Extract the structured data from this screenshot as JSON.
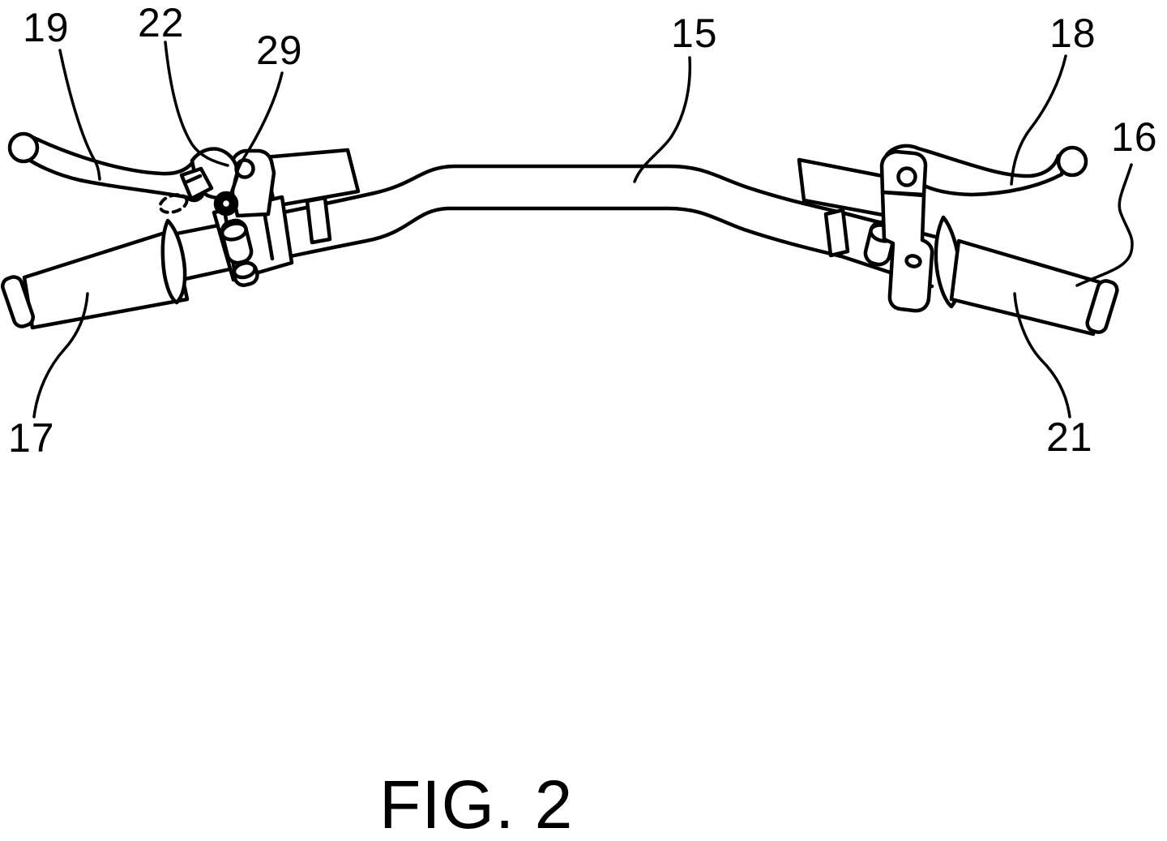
{
  "figure": {
    "caption": "FIG. 2",
    "reference_labels": [
      {
        "number": "19"
      },
      {
        "number": "22"
      },
      {
        "number": "29"
      },
      {
        "number": "15"
      },
      {
        "number": "18"
      },
      {
        "number": "16"
      },
      {
        "number": "17"
      },
      {
        "number": "21"
      }
    ]
  },
  "colors": {
    "ink": "#000000",
    "background": "#ffffff"
  }
}
